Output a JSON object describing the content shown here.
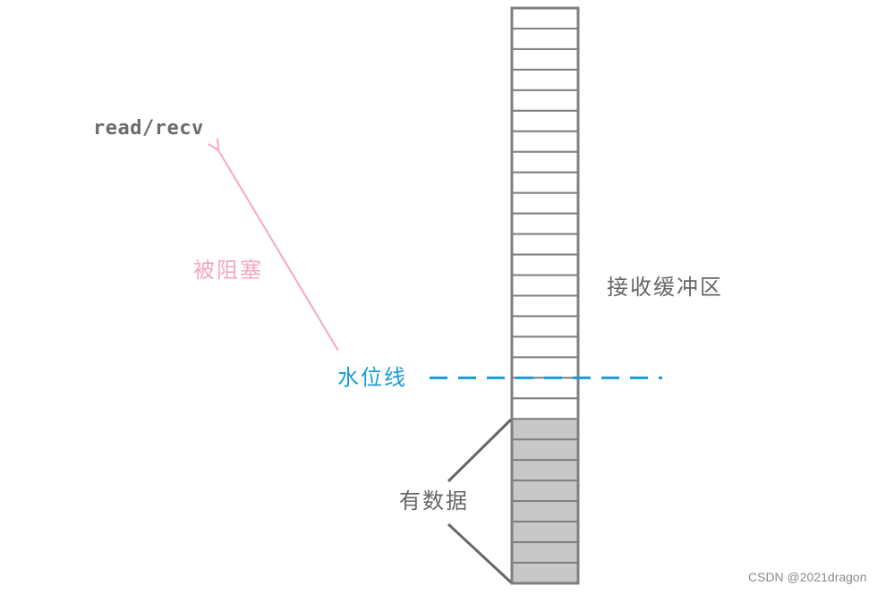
{
  "labels": {
    "function": "read/recv",
    "blocked": "被阻塞",
    "buffer": "接收缓冲区",
    "watermark": "水位线",
    "data": "有数据",
    "credit": "CSDN @2021dragon"
  },
  "buffer": {
    "total_slots": 28,
    "filled_slots": 8,
    "watermark_after_slot": 18
  },
  "colors": {
    "outline": "#808080",
    "filled": "#c8c8c8",
    "empty": "#ffffff",
    "blocked": "#f4a7c3",
    "watermark": "#1a9bd7",
    "text": "#666666"
  }
}
